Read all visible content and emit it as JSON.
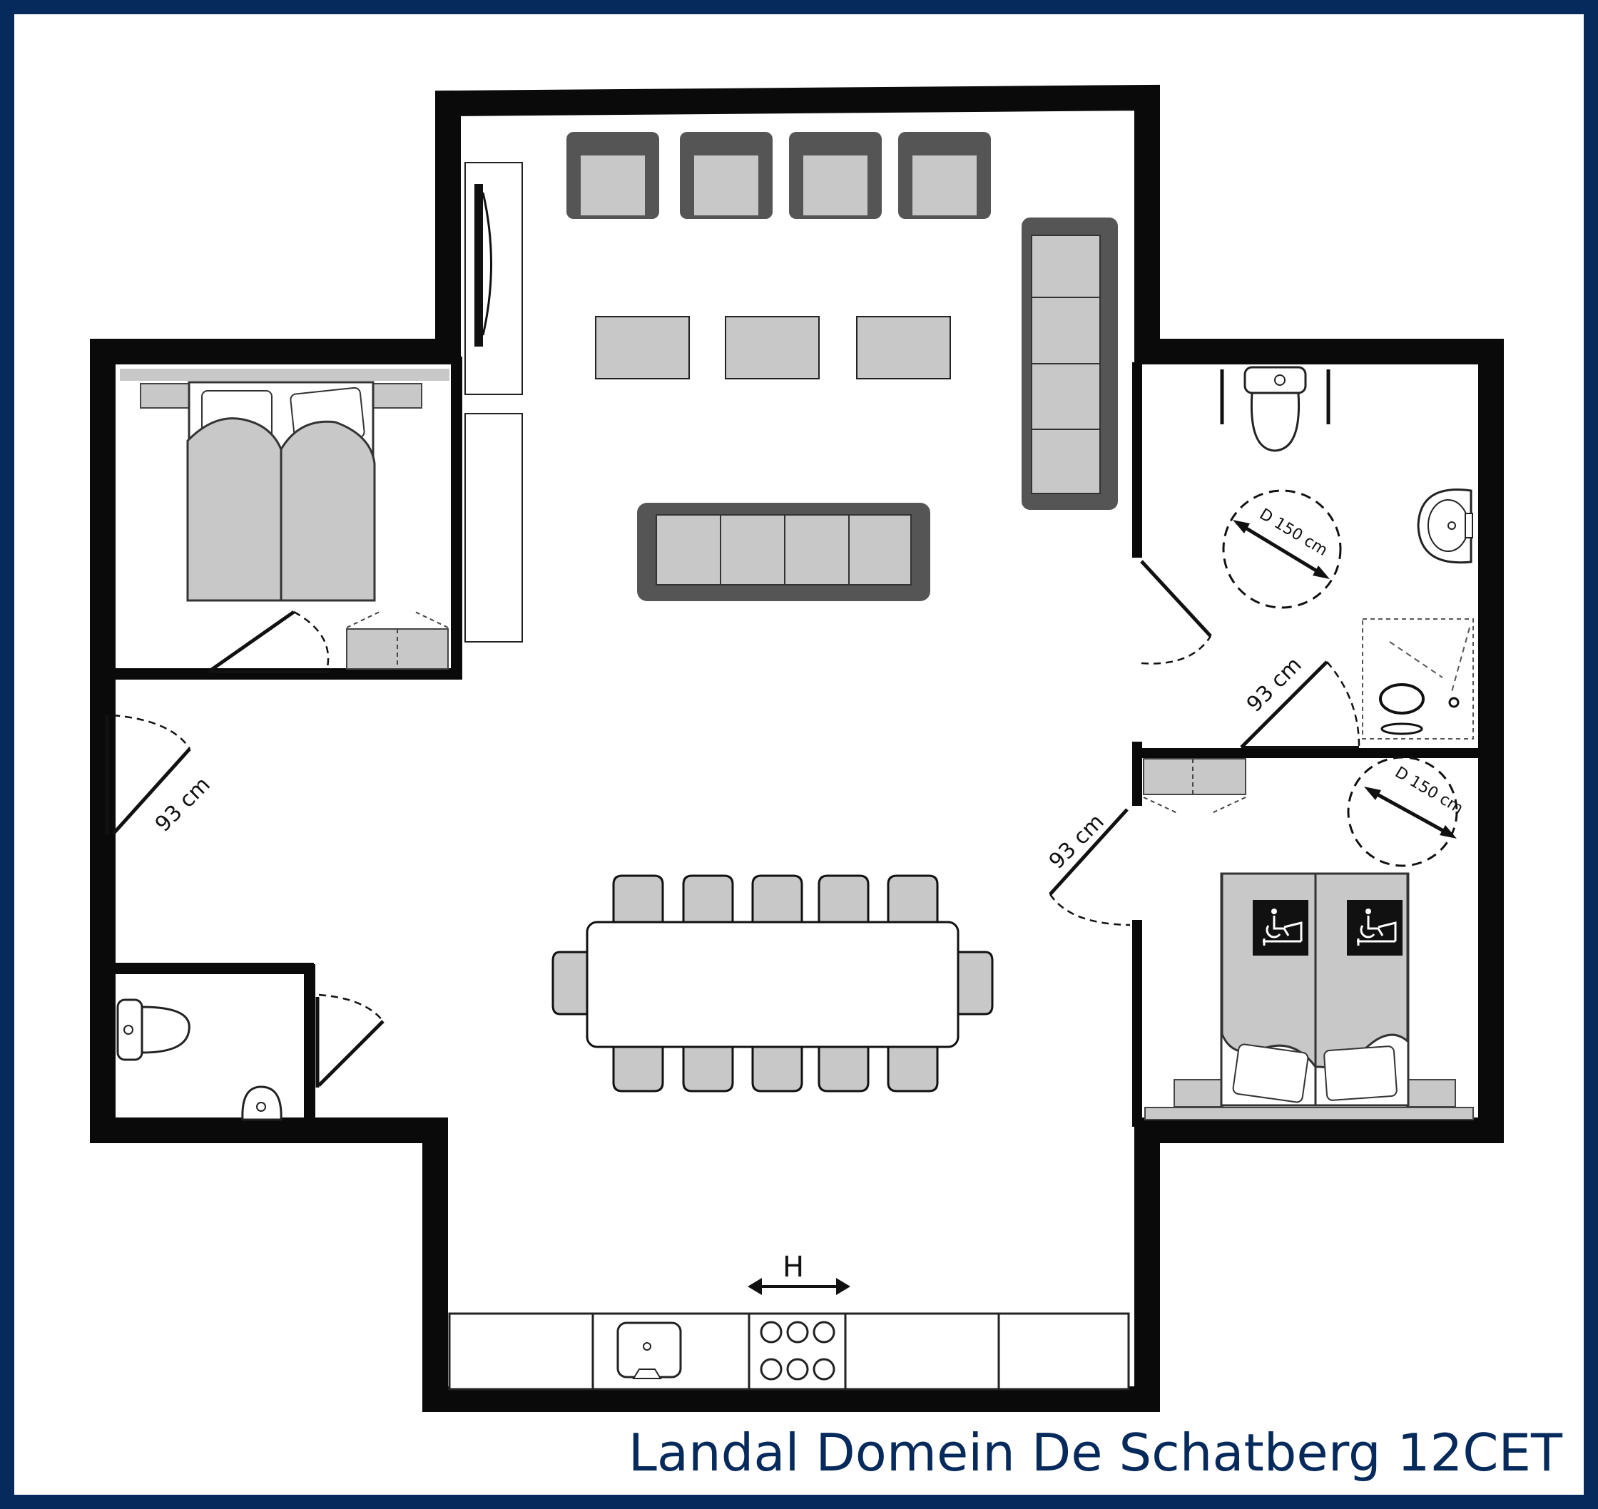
{
  "title": "Landal Domein De Schatberg 12CET",
  "dimensions": {
    "door_left": "93 cm",
    "door_center": "93 cm",
    "door_bath": "93 cm",
    "turning_circle_bath": "D 150 cm",
    "turning_circle_bedroom": "D 150 cm"
  },
  "hood_marker": "H",
  "colors": {
    "frame": "#062a5c",
    "wall": "#0a0a0a",
    "furniture_fill": "#c8c8c8",
    "furniture_dark": "#555555",
    "caption": "#062a5c"
  },
  "icons": {
    "accessible_bed_1": "wheelchair-bed-icon",
    "accessible_bed_2": "wheelchair-bed-icon"
  }
}
